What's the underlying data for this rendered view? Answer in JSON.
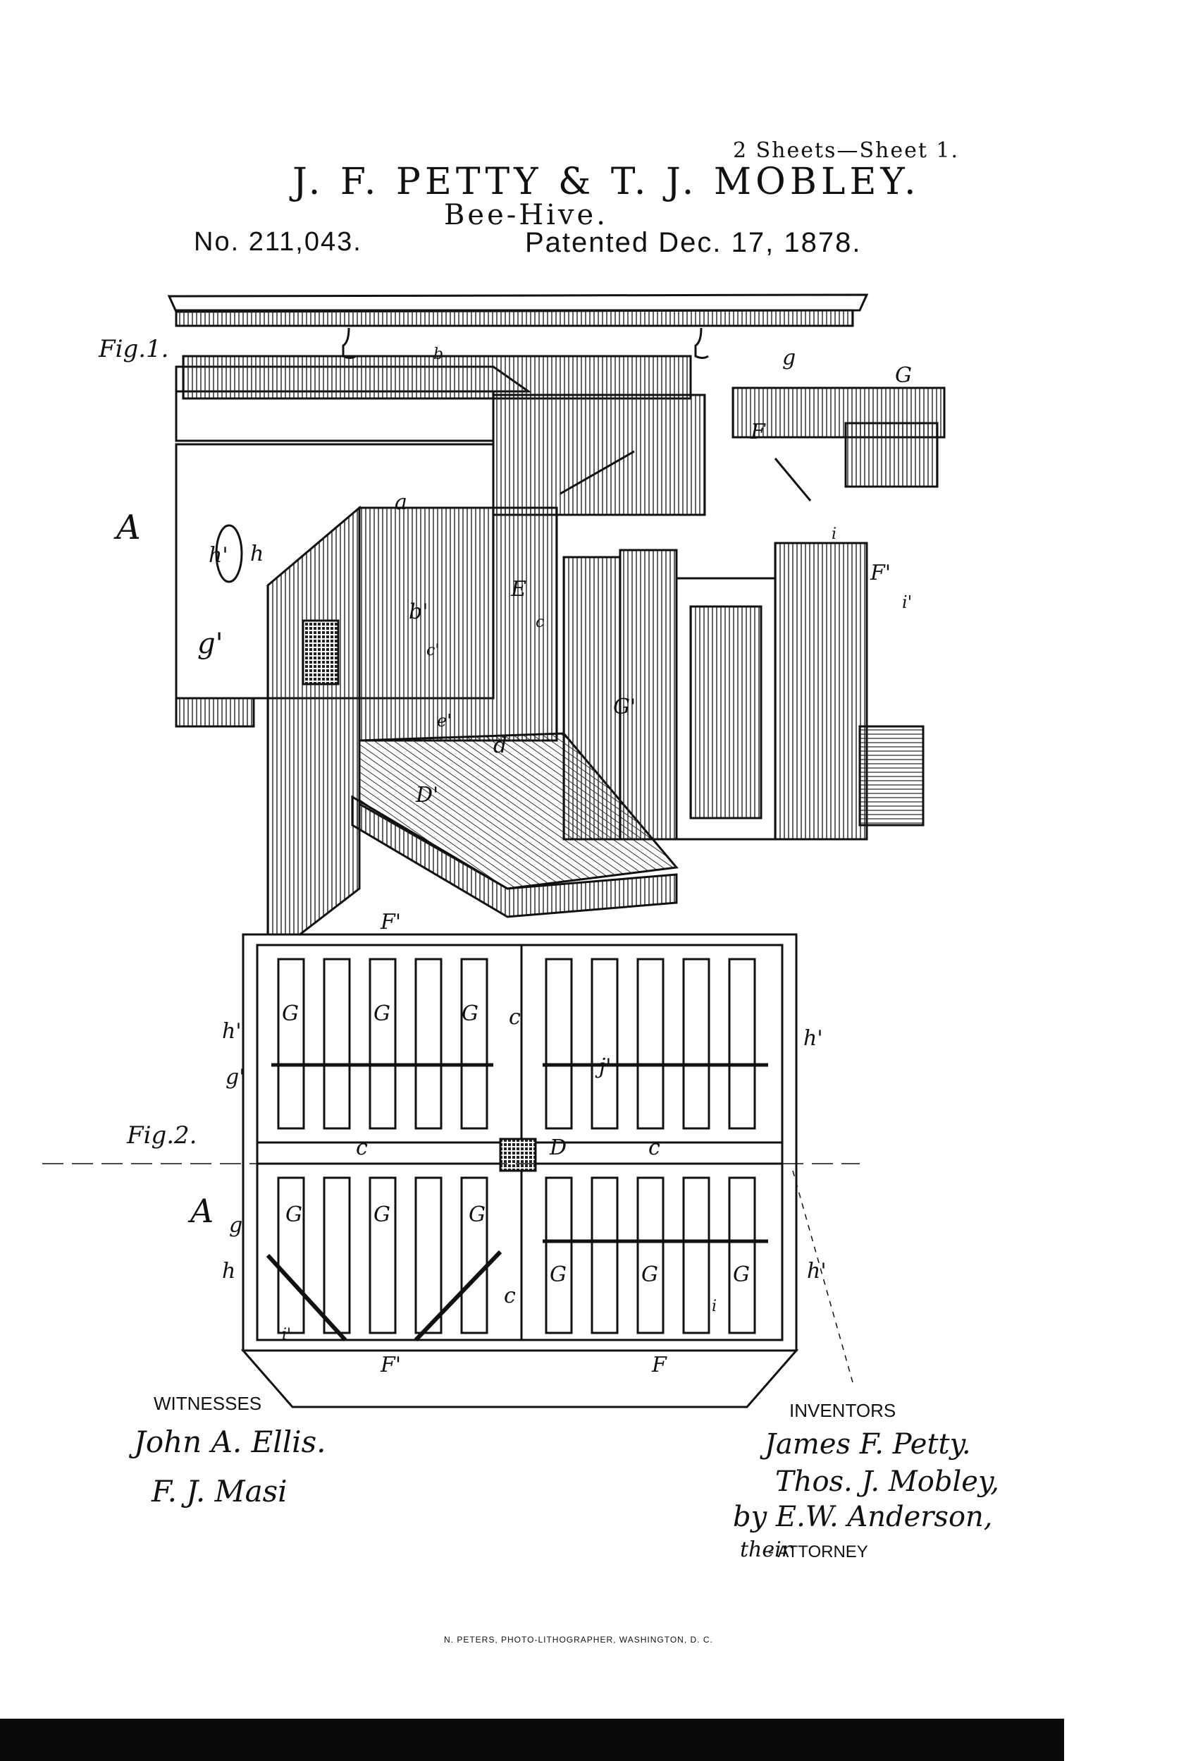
{
  "header": {
    "sheet_info": "2 Sheets—Sheet 1.",
    "inventors": "J. F. PETTY & T. J. MOBLEY.",
    "title": "Bee-Hive.",
    "patent_number": "No. 211,043.",
    "patent_date": "Patented Dec. 17, 1878."
  },
  "figures": {
    "fig1_label": "Fig.1.",
    "fig2_label": "Fig.2."
  },
  "fig1_letters": [
    "G",
    "F",
    "A",
    "h'",
    "h",
    "g'",
    "b'",
    "c'",
    "E",
    "c",
    "e'",
    "d",
    "D'",
    "G'",
    "i",
    "F'",
    "i'",
    "a",
    "g",
    "b"
  ],
  "fig2_letters": [
    "F'",
    "G",
    "G",
    "G",
    "c",
    "h'",
    "h'",
    "j'",
    "g'",
    "c",
    "D",
    "c",
    "A",
    "G",
    "G",
    "G",
    "G",
    "G",
    "G",
    "g",
    "h",
    "c",
    "h'",
    "F'",
    "F",
    "i",
    "i'"
  ],
  "signatures": {
    "witnesses_label": "WITNESSES",
    "witness1": "John A. Ellis.",
    "witness2": "F. J. Masi",
    "inventors_label": "INVENTORS",
    "inventor1": "James F. Petty.",
    "inventor2": "Thos. J. Mobley,",
    "attorney_signature": "by E.W. Anderson,",
    "attorney_prefix": "their",
    "attorney_label": "- ATTORNEY"
  },
  "footer": {
    "lithographer": "N. PETERS, PHOTO-LITHOGRAPHER, WASHINGTON, D. C."
  }
}
